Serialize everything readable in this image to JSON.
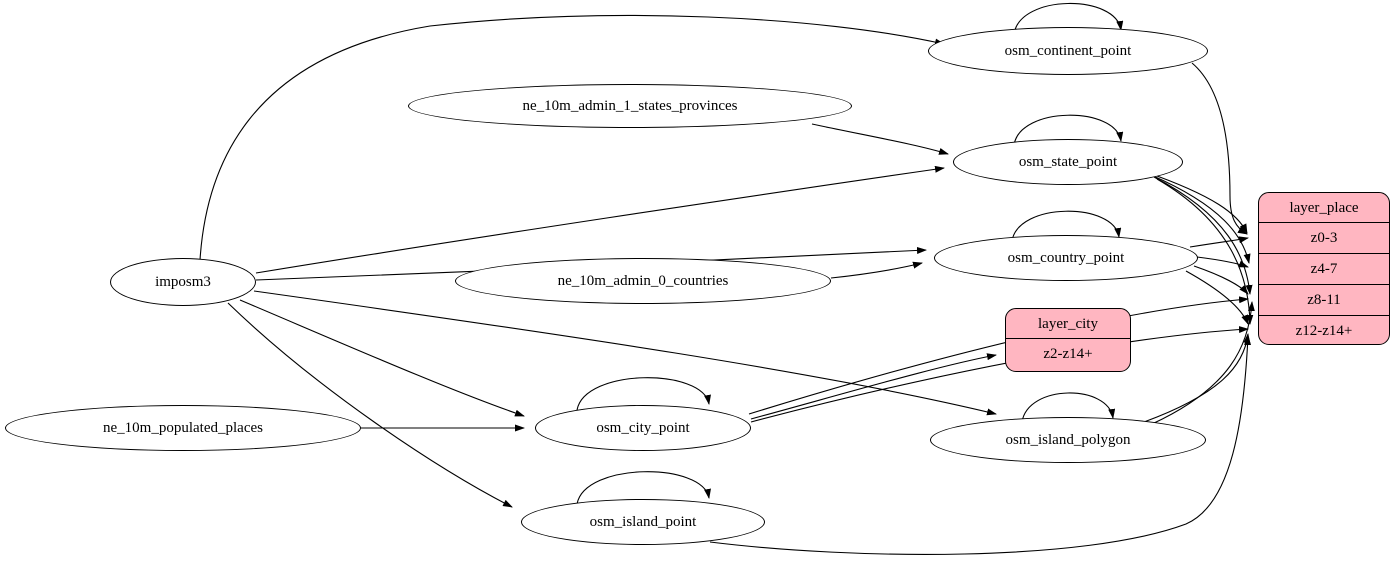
{
  "diagram": {
    "colors": {
      "record_fill": "#ffb6c1",
      "node_fill": "#ffffff",
      "edge": "#000000"
    },
    "nodes": {
      "imposm3": {
        "label": "imposm3"
      },
      "ne_10m_admin_1_states_provinces": {
        "label": "ne_10m_admin_1_states_provinces"
      },
      "ne_10m_admin_0_countries": {
        "label": "ne_10m_admin_0_countries"
      },
      "ne_10m_populated_places": {
        "label": "ne_10m_populated_places"
      },
      "osm_continent_point": {
        "label": "osm_continent_point"
      },
      "osm_state_point": {
        "label": "osm_state_point"
      },
      "osm_country_point": {
        "label": "osm_country_point"
      },
      "osm_city_point": {
        "label": "osm_city_point"
      },
      "osm_island_polygon": {
        "label": "osm_island_polygon"
      },
      "osm_island_point": {
        "label": "osm_island_point"
      }
    },
    "records": {
      "layer_place": {
        "title": "layer_place",
        "rows": [
          "z0-3",
          "z4-7",
          "z8-11",
          "z12-z14+"
        ]
      },
      "layer_city": {
        "title": "layer_city",
        "rows": [
          "z2-z14+"
        ]
      }
    },
    "edges": [
      {
        "from": "imposm3",
        "to": "osm_continent_point"
      },
      {
        "from": "imposm3",
        "to": "osm_state_point"
      },
      {
        "from": "imposm3",
        "to": "osm_country_point"
      },
      {
        "from": "imposm3",
        "to": "osm_city_point"
      },
      {
        "from": "imposm3",
        "to": "osm_island_point"
      },
      {
        "from": "imposm3",
        "to": "osm_island_polygon"
      },
      {
        "from": "ne_10m_admin_1_states_provinces",
        "to": "osm_state_point"
      },
      {
        "from": "ne_10m_admin_0_countries",
        "to": "osm_country_point"
      },
      {
        "from": "ne_10m_populated_places",
        "to": "osm_city_point"
      },
      {
        "from": "osm_continent_point",
        "to": "osm_continent_point",
        "self_loop": true
      },
      {
        "from": "osm_state_point",
        "to": "osm_state_point",
        "self_loop": true
      },
      {
        "from": "osm_country_point",
        "to": "osm_country_point",
        "self_loop": true
      },
      {
        "from": "osm_city_point",
        "to": "osm_city_point",
        "self_loop": true
      },
      {
        "from": "osm_island_point",
        "to": "osm_island_point",
        "self_loop": true
      },
      {
        "from": "osm_island_polygon",
        "to": "osm_island_polygon",
        "self_loop": true
      },
      {
        "from": "osm_continent_point",
        "to": "layer_place",
        "row": "z0-3"
      },
      {
        "from": "osm_state_point",
        "to": "layer_place",
        "row": "z0-3"
      },
      {
        "from": "osm_state_point",
        "to": "layer_place",
        "row": "z4-7"
      },
      {
        "from": "osm_state_point",
        "to": "layer_place",
        "row": "z8-11"
      },
      {
        "from": "osm_state_point",
        "to": "layer_place",
        "row": "z12-z14+"
      },
      {
        "from": "osm_country_point",
        "to": "layer_place",
        "row": "z0-3"
      },
      {
        "from": "osm_country_point",
        "to": "layer_place",
        "row": "z4-7"
      },
      {
        "from": "osm_country_point",
        "to": "layer_place",
        "row": "z8-11"
      },
      {
        "from": "osm_country_point",
        "to": "layer_place",
        "row": "z12-z14+"
      },
      {
        "from": "osm_city_point",
        "to": "layer_city",
        "row": "z2-z14+"
      },
      {
        "from": "osm_city_point",
        "to": "layer_place",
        "row": "z8-11"
      },
      {
        "from": "osm_city_point",
        "to": "layer_place",
        "row": "z12-z14+"
      },
      {
        "from": "osm_island_polygon",
        "to": "layer_place",
        "row": "z8-11"
      },
      {
        "from": "osm_island_polygon",
        "to": "layer_place",
        "row": "z12-z14+"
      },
      {
        "from": "osm_island_point",
        "to": "layer_place",
        "row": "z12-z14+"
      }
    ]
  }
}
